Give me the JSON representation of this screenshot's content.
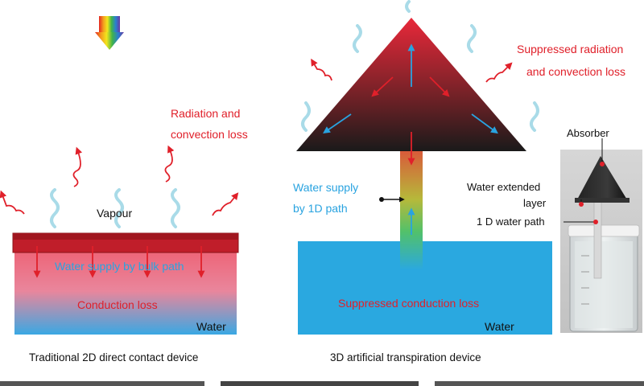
{
  "left_panel": {
    "radiation_label_line1": "Radiation and",
    "radiation_label_line2": "convection loss",
    "vapour_label": "Vapour",
    "water_supply_label": "Water supply by bulk  path",
    "conduction_label": "Conduction loss",
    "water_label": "Water",
    "caption": "Traditional 2D direct contact device"
  },
  "right_panel": {
    "suppressed_radiation_line1": "Suppressed radiation",
    "suppressed_radiation_line2": "and convection loss",
    "water_supply_line1": "Water supply",
    "water_supply_line2": "by 1D path",
    "suppressed_conduction_label": "Suppressed conduction loss",
    "water_label": "Water",
    "caption": "3D artificial transpiration device"
  },
  "photo": {
    "absorber_label": "Absorber",
    "water_extended_line1": "Water extended",
    "water_extended_line2": "layer",
    "water_path_label": "1 D water path"
  },
  "colors": {
    "red_text": "#e0202a",
    "blue_text": "#29a3e0",
    "water_blue": "#2aa8e0",
    "vapour_wave": "#a9dbe8",
    "absorber_dark": "#8a1418"
  }
}
